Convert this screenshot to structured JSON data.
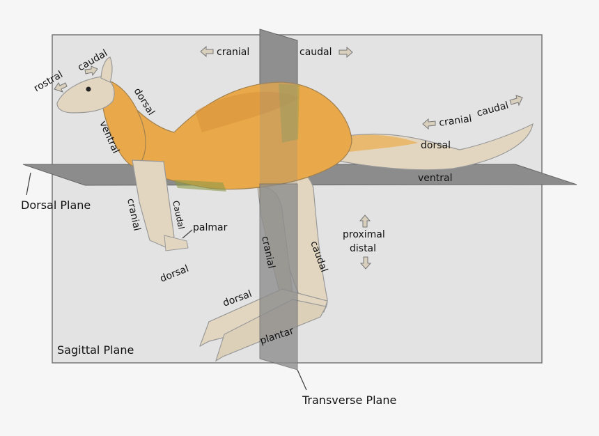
{
  "colors": {
    "background": "#f6f6f6",
    "sagittal_plane": "#e3e3e3",
    "plane_dark": "#8c8c8c",
    "body_orange": "#e9a94a",
    "limb_beige": "#e2d6c0",
    "arrow_fill": "#d8cfbd"
  },
  "planes": {
    "sagittal": "Sagittal Plane",
    "dorsal": "Dorsal Plane",
    "transverse": "Transverse Plane"
  },
  "head": {
    "rostral": "rostral",
    "caudal": "caudal",
    "dorsal": "dorsal",
    "ventral": "ventral"
  },
  "top": {
    "cranial": "cranial",
    "caudal": "caudal"
  },
  "tail": {
    "cranial": "cranial",
    "caudal": "caudal",
    "dorsal": "dorsal",
    "ventral": "ventral"
  },
  "forelimb": {
    "cranial": "cranial",
    "caudal": "Caudal",
    "palmar": "palmar",
    "dorsal": "dorsal"
  },
  "hindlimb": {
    "cranial": "cranial",
    "caudal": "caudal",
    "dorsal": "dorsal",
    "plantar": "plantar"
  },
  "limb_axis": {
    "proximal": "proximal",
    "distal": "distal"
  },
  "icons": [
    "arrow-left-icon",
    "arrow-right-icon",
    "arrow-up-icon",
    "arrow-down-icon"
  ]
}
